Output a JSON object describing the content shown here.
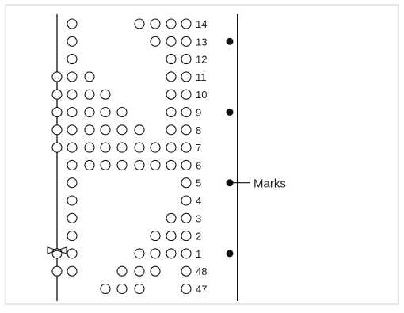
{
  "diagram": {
    "callout_label": "Marks",
    "rows": [
      {
        "label": "14",
        "pattern": ".O...OOOO"
      },
      {
        "label": "13",
        "pattern": ".O....OOO",
        "mark": true
      },
      {
        "label": "12",
        "pattern": ".O.....OO"
      },
      {
        "label": "11",
        "pattern": "OOO....OO"
      },
      {
        "label": "10",
        "pattern": "OOOO...OO"
      },
      {
        "label": "9",
        "pattern": "OOOOO..OO",
        "mark": true
      },
      {
        "label": "8",
        "pattern": "OOOOOO.OO"
      },
      {
        "label": "7",
        "pattern": "OOOOOOOOO"
      },
      {
        "label": "6",
        "pattern": ".OOOOOOOO"
      },
      {
        "label": "5",
        "pattern": ".O......O",
        "mark": true,
        "callout": true
      },
      {
        "label": "4",
        "pattern": ".O......O"
      },
      {
        "label": "3",
        "pattern": ".O.....OO"
      },
      {
        "label": "2",
        "pattern": ".O....OOO"
      },
      {
        "label": "1",
        "pattern": "OO...OOOO",
        "mark": true
      },
      {
        "label": "48",
        "pattern": "OO..OOO.O"
      },
      {
        "label": "47",
        "pattern": "...OOO..O"
      }
    ]
  }
}
